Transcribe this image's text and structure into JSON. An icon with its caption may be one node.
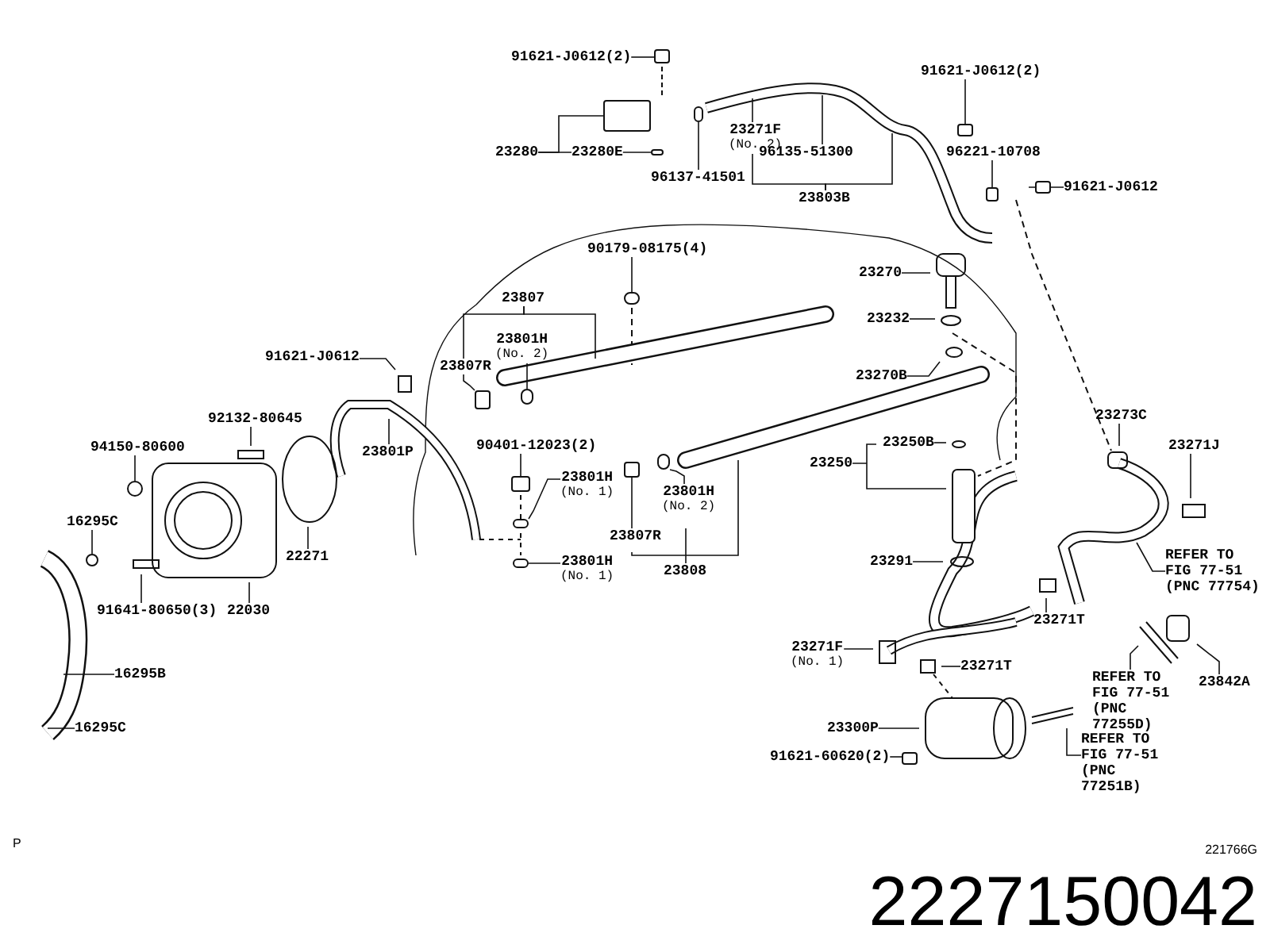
{
  "diagram": {
    "title": "2227150042",
    "nodes": [
      {
        "text": [
          "91621-J0612(2)"
        ]
      },
      {
        "text": [
          "23280"
        ]
      },
      {
        "text": [
          "23280E"
        ]
      },
      {
        "text": [
          "23271F",
          "(No. 2)"
        ]
      },
      {
        "text": [
          "96137-41501"
        ]
      },
      {
        "text": [
          "96135-51300"
        ]
      },
      {
        "text": [
          "23803B"
        ]
      },
      {
        "text": [
          "91621-J0612(2)"
        ]
      },
      {
        "text": [
          "96221-10708"
        ]
      },
      {
        "text": [
          "91621-J0612"
        ]
      },
      {
        "text": [
          "90179-08175(4)"
        ]
      },
      {
        "text": [
          "23807"
        ]
      },
      {
        "text": [
          "23801H",
          "(No. 2)"
        ]
      },
      {
        "text": [
          "23807R"
        ]
      },
      {
        "text": [
          "91621-J0612"
        ]
      },
      {
        "text": [
          "92132-80645"
        ]
      },
      {
        "text": [
          "23801P"
        ]
      },
      {
        "text": [
          "94150-80600"
        ]
      },
      {
        "text": [
          "90401-12023(2)"
        ]
      },
      {
        "text": [
          "23801H",
          "(No. 1)"
        ]
      },
      {
        "text": [
          "16295C"
        ]
      },
      {
        "text": [
          "23807R"
        ]
      },
      {
        "text": [
          "23801H",
          "(No. 2)"
        ]
      },
      {
        "text": [
          "23808"
        ]
      },
      {
        "text": [
          "23801H",
          "(No. 1)"
        ]
      },
      {
        "text": [
          "16295B"
        ]
      },
      {
        "text": [
          "16295C"
        ]
      },
      {
        "text": [
          "91641-80650(3)"
        ]
      },
      {
        "text": [
          "22030"
        ]
      },
      {
        "text": [
          "22271"
        ]
      },
      {
        "text": [
          "23270"
        ]
      },
      {
        "text": [
          "23232"
        ]
      },
      {
        "text": [
          "23270B"
        ]
      },
      {
        "text": [
          "23250"
        ]
      },
      {
        "text": [
          "23250B"
        ]
      },
      {
        "text": [
          "23291"
        ]
      },
      {
        "text": [
          "23273C"
        ]
      },
      {
        "text": [
          "23271J"
        ]
      },
      {
        "text": [
          "REFER TO FIG 77-51 (PNC 77754)"
        ]
      },
      {
        "text": [
          "23271T"
        ]
      },
      {
        "text": [
          "23271F",
          "(No. 1)"
        ]
      },
      {
        "text": [
          "23271T"
        ]
      },
      {
        "text": [
          "REFER TO FIG 77-51 (PNC 77255D)"
        ]
      },
      {
        "text": [
          "23842A"
        ]
      },
      {
        "text": [
          "23300P"
        ]
      },
      {
        "text": [
          "91621-60620(2)"
        ]
      },
      {
        "text": [
          "REFER TO FIG 77-51 (PNC 77251B)"
        ]
      },
      {
        "text": [],
        "shape": "box"
      },
      {
        "text": [],
        "shape": "circle"
      },
      {
        "text": [],
        "shape": "circle"
      },
      {
        "text": [],
        "shape": "box"
      },
      {
        "text": [],
        "shape": "box"
      },
      {
        "text": [],
        "shape": "box"
      },
      {
        "text": [],
        "shape": "circle"
      },
      {
        "text": [],
        "shape": "circle"
      },
      {
        "text": [],
        "shape": "box"
      },
      {
        "text": [],
        "shape": "circle"
      },
      {
        "text": [],
        "shape": "box"
      },
      {
        "text": [],
        "shape": "circle"
      },
      {
        "text": [],
        "shape": "box"
      },
      {
        "text": [],
        "shape": "circle"
      },
      {
        "text": [],
        "shape": "circle"
      },
      {
        "text": [],
        "shape": "box"
      },
      {
        "text": [],
        "shape": "box"
      },
      {
        "text": [],
        "shape": "circle"
      }
    ],
    "edges": [
      {
        "from": 0,
        "to": 47,
        "arrow": "none"
      },
      {
        "from": 1,
        "to": 63,
        "arrow": "none"
      },
      {
        "from": 2,
        "to": 48,
        "arrow": "none"
      },
      {
        "from": 3,
        "to": null,
        "arrow": "none"
      },
      {
        "from": 4,
        "to": 49,
        "arrow": "none"
      },
      {
        "from": 5,
        "to": null,
        "arrow": "none"
      },
      {
        "from": 6,
        "to": null,
        "arrow": "none"
      },
      {
        "from": 7,
        "to": 50,
        "arrow": "none"
      },
      {
        "from": 8,
        "to": 51,
        "arrow": "none"
      },
      {
        "from": 9,
        "to": 52,
        "arrow": "none"
      },
      {
        "from": 10,
        "to": 53,
        "arrow": "none"
      },
      {
        "from": 11,
        "to": 13,
        "arrow": "none"
      },
      {
        "from": 12,
        "to": 54,
        "arrow": "none"
      },
      {
        "from": 13,
        "to": 55,
        "arrow": "none"
      },
      {
        "from": 14,
        "to": null,
        "arrow": "none"
      },
      {
        "from": 15,
        "to": null,
        "arrow": "none"
      },
      {
        "from": 16,
        "to": null,
        "arrow": "none"
      },
      {
        "from": 17,
        "to": 56,
        "arrow": "none"
      },
      {
        "from": 18,
        "to": 57,
        "arrow": "none"
      },
      {
        "from": 19,
        "to": 64,
        "arrow": "none"
      },
      {
        "from": 20,
        "to": 58,
        "arrow": "none"
      },
      {
        "from": 21,
        "to": 59,
        "arrow": "none"
      },
      {
        "from": 22,
        "to": 60,
        "arrow": "none"
      },
      {
        "from": 23,
        "to": null,
        "arrow": "none"
      },
      {
        "from": 24,
        "to": 61,
        "arrow": "none"
      },
      {
        "from": 25,
        "to": null,
        "arrow": "none"
      },
      {
        "from": 26,
        "to": null,
        "arrow": "none"
      },
      {
        "from": 27,
        "to": null,
        "arrow": "none"
      },
      {
        "from": 28,
        "to": null,
        "arrow": "none"
      },
      {
        "from": 29,
        "to": null,
        "arrow": "none"
      },
      {
        "from": 30,
        "to": null,
        "arrow": "none"
      },
      {
        "from": 31,
        "to": null,
        "arrow": "none"
      },
      {
        "from": 32,
        "to": null,
        "arrow": "none"
      },
      {
        "from": 33,
        "to": null,
        "arrow": "none"
      },
      {
        "from": 34,
        "to": null,
        "arrow": "none"
      },
      {
        "from": 35,
        "to": null,
        "arrow": "none"
      },
      {
        "from": 36,
        "to": null,
        "arrow": "none"
      },
      {
        "from": 37,
        "to": null,
        "arrow": "none"
      },
      {
        "from": 38,
        "to": null,
        "arrow": "none"
      },
      {
        "from": 39,
        "to": null,
        "arrow": "none"
      },
      {
        "from": 40,
        "to": null,
        "arrow": "none"
      },
      {
        "from": 41,
        "to": null,
        "arrow": "none"
      },
      {
        "from": 42,
        "to": null,
        "arrow": "none"
      },
      {
        "from": 43,
        "to": null,
        "arrow": "none"
      },
      {
        "from": 44,
        "to": null,
        "arrow": "none"
      },
      {
        "from": 45,
        "to": 62,
        "arrow": "none"
      },
      {
        "from": 46,
        "to": null,
        "arrow": "none"
      },
      {
        "from": 1,
        "to": 2,
        "arrow": "none"
      },
      {
        "from": 6,
        "to": 3,
        "arrow": "none"
      },
      {
        "from": 11,
        "to": null,
        "arrow": "none"
      }
    ],
    "labels": [
      "P",
      "221766G"
    ]
  }
}
